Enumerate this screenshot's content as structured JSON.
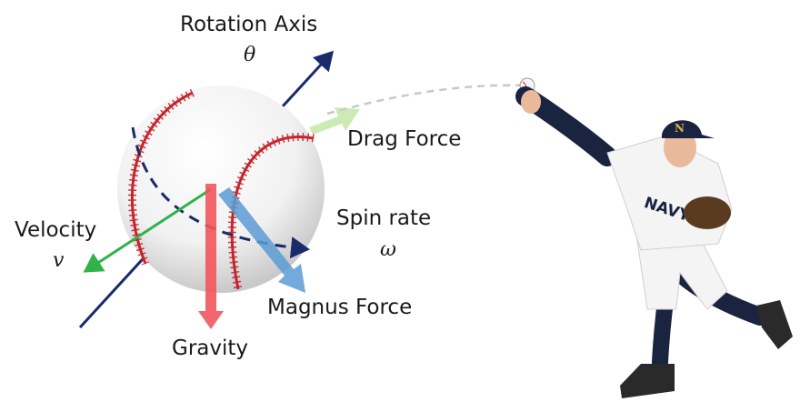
{
  "labels": {
    "rotation_axis": "Rotation Axis",
    "rotation_axis_symbol": "θ",
    "drag_force": "Drag Force",
    "spin_rate": "Spin rate",
    "spin_rate_symbol": "ω",
    "velocity": "Velocity",
    "velocity_symbol": "v",
    "magnus_force": "Magnus Force",
    "gravity": "Gravity",
    "jersey_text": "NAVY",
    "cap_letter": "N"
  },
  "colors": {
    "rotation_axis": "#1b2a6b",
    "spin_arrow": "#1b2a6b",
    "velocity": "#2fb34a",
    "gravity": "#f0575c",
    "magnus": "#5b9bd5",
    "drag": "#c9eab0",
    "trajectory": "#c8c8c8",
    "seam": "#c4262e",
    "uniform_navy": "#1a2340",
    "uniform_white": "#f4f4f4"
  },
  "icons": {
    "baseball": "baseball-icon",
    "pitcher": "pitcher-illustration"
  }
}
